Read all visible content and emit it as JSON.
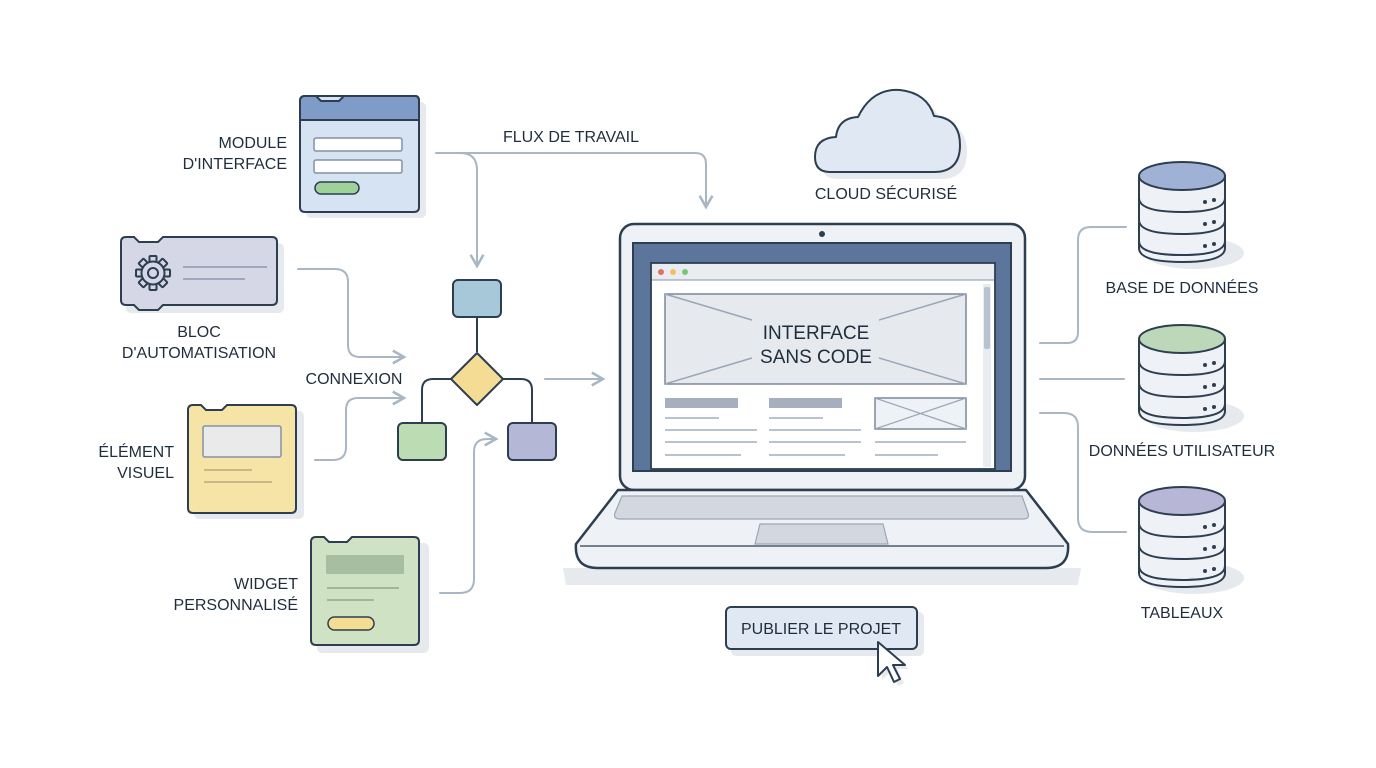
{
  "labels": {
    "module_interface": [
      "MODULE",
      "D'INTERFACE"
    ],
    "bloc_automatisation": [
      "BLOC",
      "D'AUTOMATISATION"
    ],
    "element_visuel": [
      "ÉLÉMENT",
      "VISUEL"
    ],
    "widget_personnalise": [
      "WIDGET",
      "PERSONNALISÉ"
    ],
    "connexion": "CONNEXION",
    "flux_de_travail": "FLUX DE TRAVAIL",
    "cloud": "CLOUD SÉCURISÉ",
    "screen_title": [
      "INTERFACE",
      "SANS CODE"
    ],
    "base_de_donnees": "BASE DE DONNÉES",
    "donnees_utilisateur": "DONNÉES UTILISATEUR",
    "tableaux": "TABLEAUX"
  },
  "publish_button": {
    "label": "PUBLIER LE PROJET"
  },
  "colors": {
    "outline": "#2d3e50",
    "connector": "#a9b6c4",
    "module_blue": "#d6e3f2",
    "module_blue_header": "#7e9cc7",
    "bloc_lavender": "#d5d7e6",
    "visuel_yellow": "#f6e3a6",
    "widget_green": "#cfe3c4",
    "node_teal": "#a7c8d8",
    "node_yellow": "#f4dc95",
    "node_green": "#bcdcb4",
    "node_purple": "#b4b8d6",
    "db_top_blue": "#9fb1d4",
    "db_top_green": "#bcd8b8",
    "db_top_purple": "#b7b6d6",
    "cloud_fill": "#dfe8f3",
    "shadow": "#e6e9ee"
  },
  "icons": [
    "gear-icon",
    "cursor-icon",
    "cloud-icon",
    "database-icon",
    "laptop-icon"
  ]
}
